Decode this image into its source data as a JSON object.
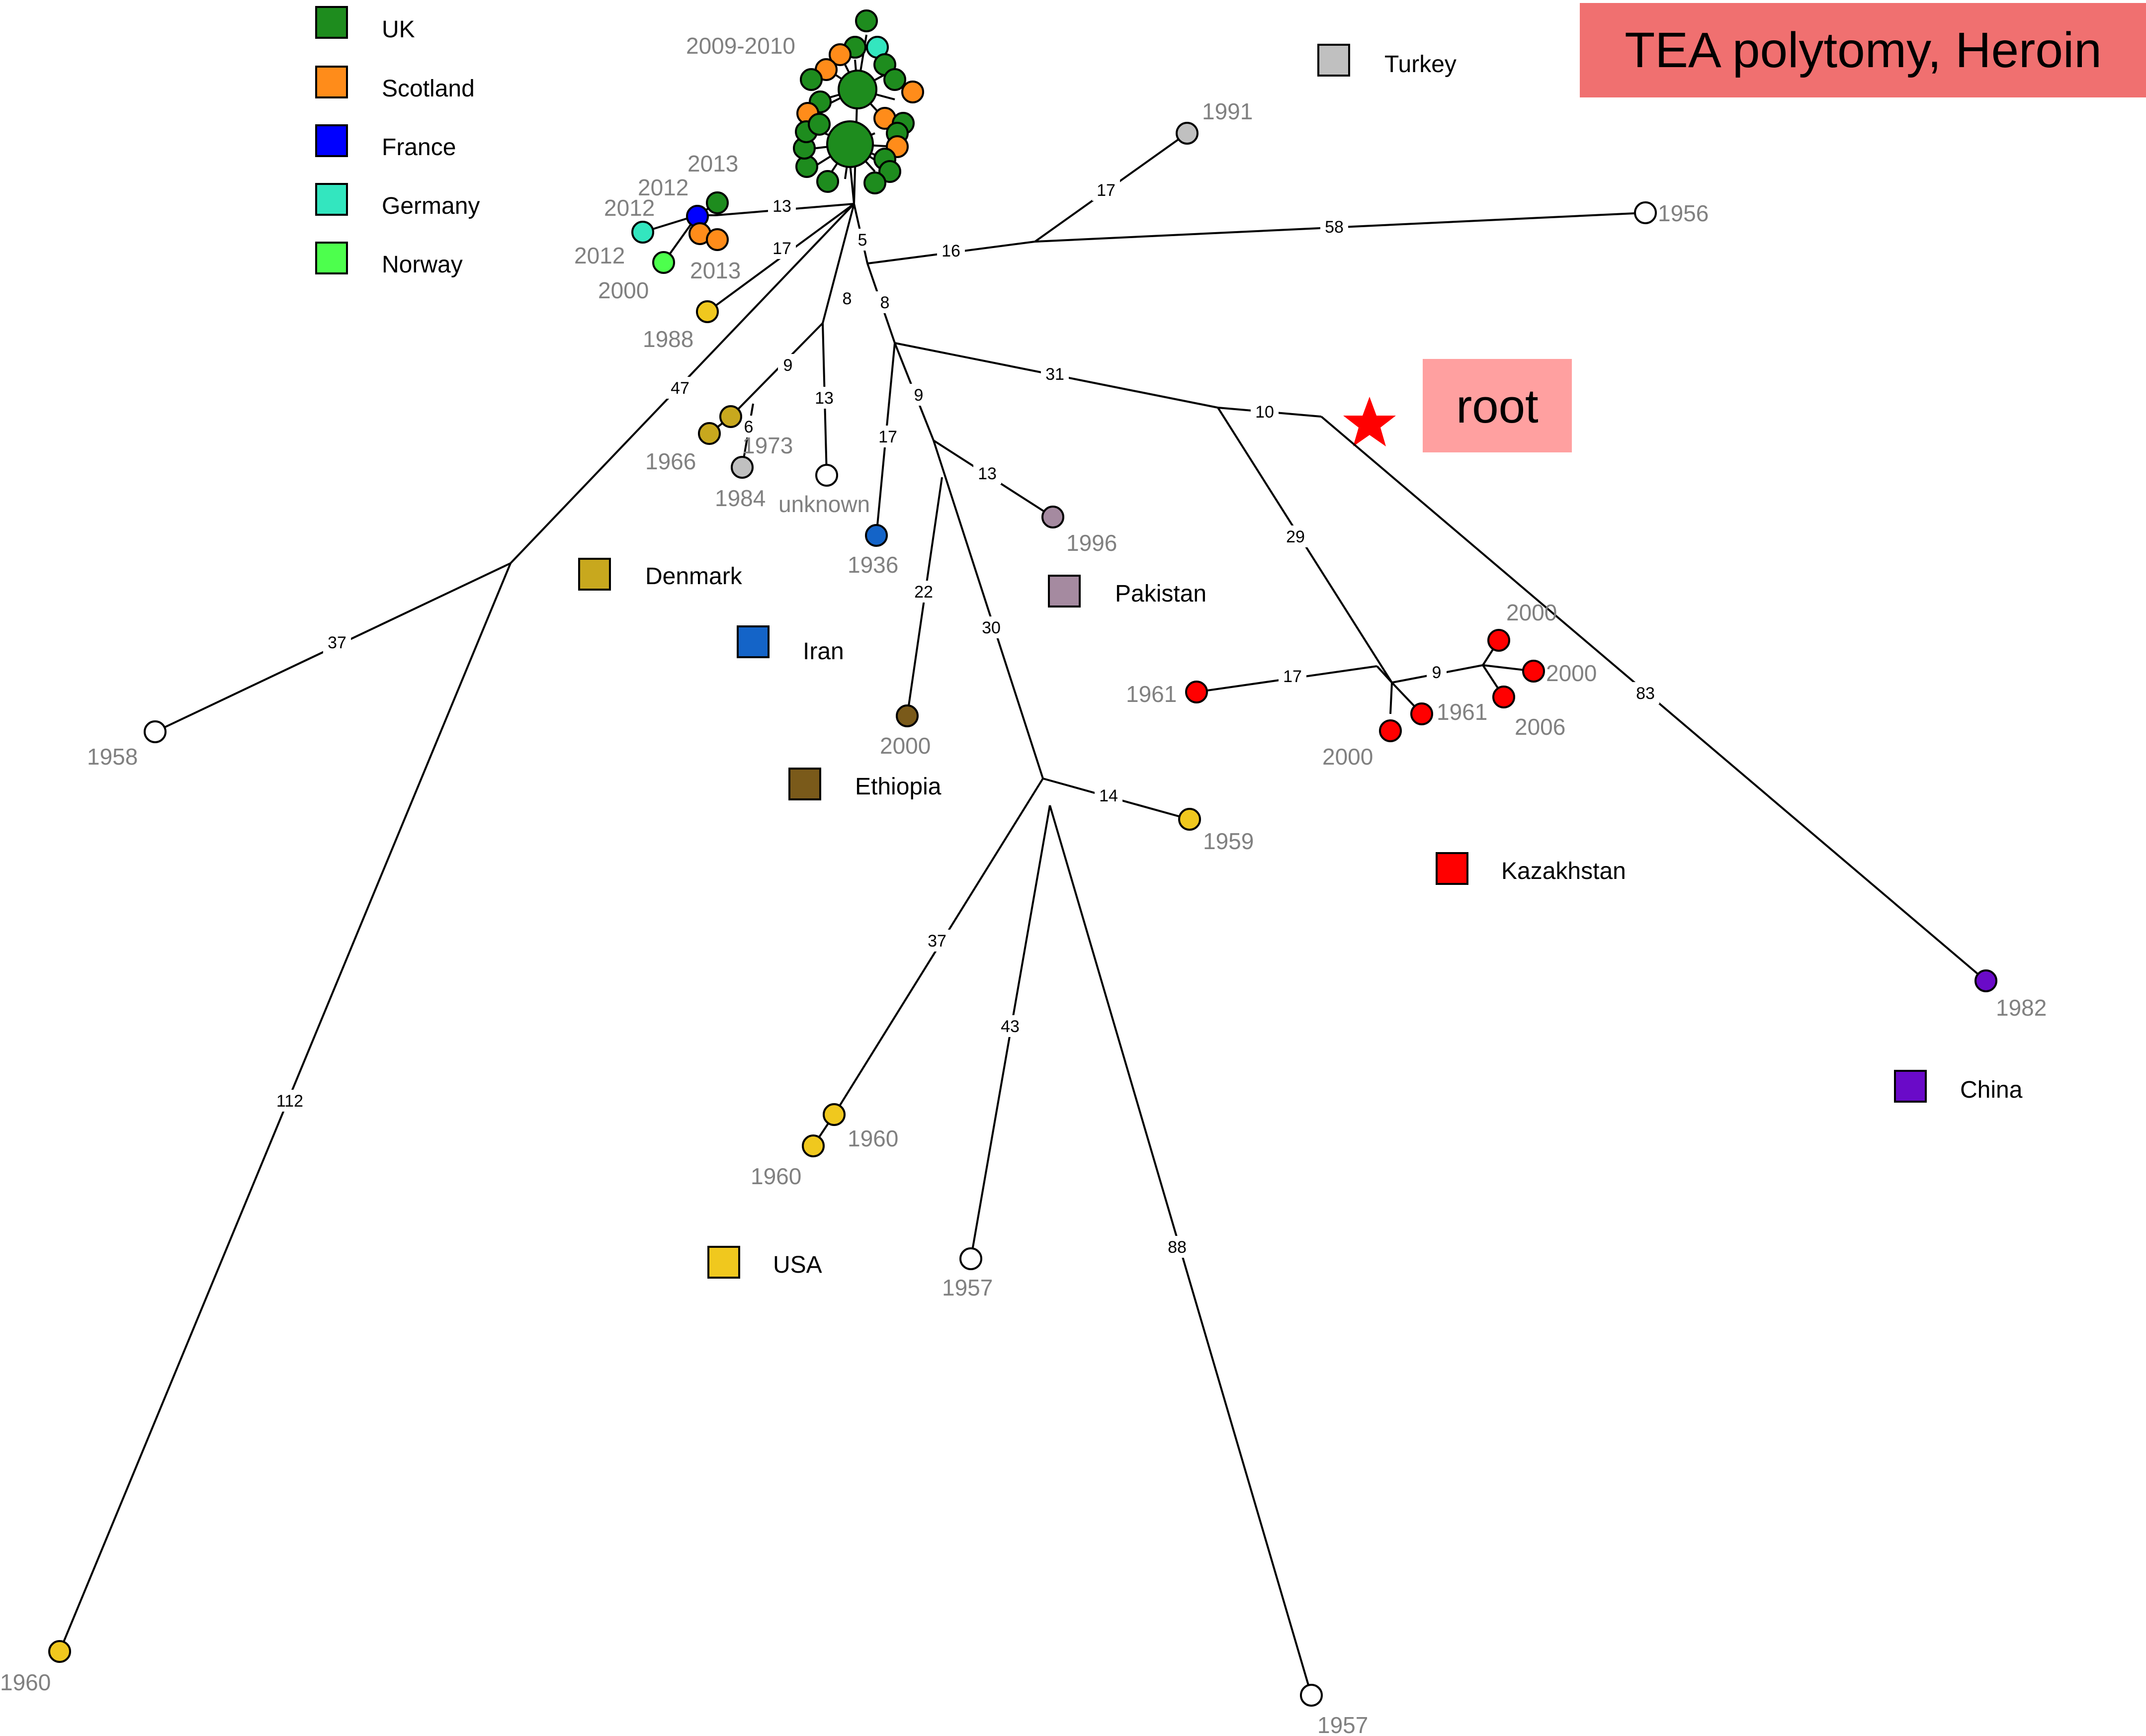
{
  "title": "TEA polytomy, Heroin",
  "root_label": "root",
  "colors": {
    "UK": "#1e8c1e",
    "Scotland": "#ff8c1a",
    "France": "#0000ff",
    "Germany": "#33e6bf",
    "Norway": "#4dff4d",
    "Turkey": "#c0c0c0",
    "Denmark": "#c8a81e",
    "Iran": "#1464c8",
    "Pakistan": "#a58aa0",
    "Ethiopia": "#7a5a1a",
    "Kazakhstan": "#ff0000",
    "China": "#6a0ac8",
    "USA": "#f0c81e",
    "unknown": "#ffffff",
    "title_bg": "#f07070",
    "root_bg": "#ffa0a0",
    "star": "#ff0000"
  },
  "legend": [
    {
      "label": "UK",
      "color": "#1e8c1e"
    },
    {
      "label": "Scotland",
      "color": "#ff8c1a"
    },
    {
      "label": "France",
      "color": "#0000ff"
    },
    {
      "label": "Germany",
      "color": "#33e6bf"
    },
    {
      "label": "Norway",
      "color": "#4dff4d"
    },
    {
      "label": "Turkey",
      "color": "#c0c0c0"
    },
    {
      "label": "Denmark",
      "color": "#c8a81e"
    },
    {
      "label": "Iran",
      "color": "#1464c8"
    },
    {
      "label": "Pakistan",
      "color": "#a58aa0"
    },
    {
      "label": "Ethiopia",
      "color": "#7a5a1a"
    },
    {
      "label": "Kazakhstan",
      "color": "#ff0000"
    },
    {
      "label": "China",
      "color": "#6a0ac8"
    },
    {
      "label": "USA",
      "color": "#f0c81e"
    }
  ],
  "edge_labels": [
    "13",
    "17",
    "5",
    "16",
    "17",
    "58",
    "8",
    "8",
    "47",
    "9",
    "6",
    "13",
    "9",
    "17",
    "31",
    "10",
    "13",
    "22",
    "30",
    "29",
    "17",
    "9",
    "83",
    "37",
    "14",
    "37",
    "43",
    "112",
    "88"
  ],
  "node_labels": [
    "2009-2010",
    "1991",
    "1956",
    "2013",
    "2012",
    "2012",
    "2012",
    "2013",
    "2000",
    "1988",
    "1973",
    "1966",
    "1984",
    "unknown",
    "1936",
    "1996",
    "2000",
    "2000",
    "2000",
    "2006",
    "1961",
    "1961",
    "2000",
    "1959",
    "1982",
    "1958",
    "1960",
    "1960",
    "1957",
    "1960",
    "1957"
  ]
}
